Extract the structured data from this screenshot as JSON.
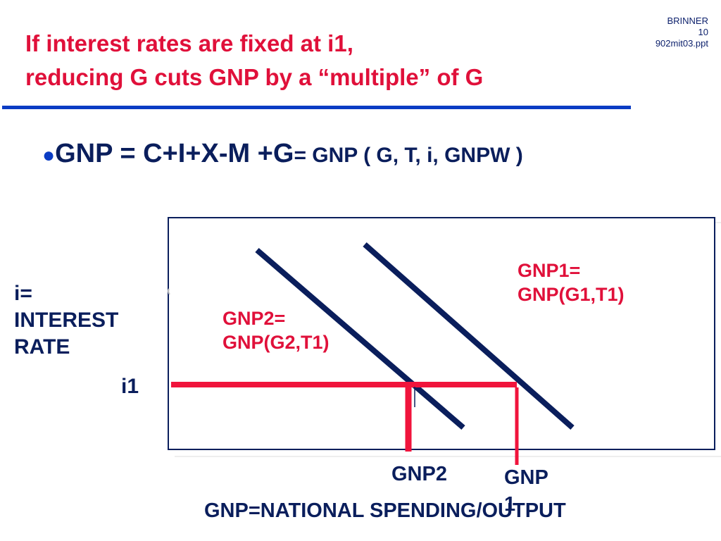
{
  "slide": {
    "title_line1": "If interest rates are fixed at i1,",
    "title_line2": "reducing G cuts GNP by a “multiple” of G",
    "corner": {
      "author": "BRINNER",
      "slide_number": "10",
      "file": "902mit03.ppt"
    },
    "bullet": {
      "symbol": "●",
      "equation_main": "GNP = C+I+X-M +G",
      "equation_rest": "= GNP ( G, T, i, GNPW )"
    }
  },
  "diagram": {
    "y_axis_label_line1": "i=",
    "y_axis_label_line2": "INTEREST",
    "y_axis_label_line3": "RATE",
    "i1_label": "i1",
    "curve_gnp1_line1": "GNP1=",
    "curve_gnp1_line2": "GNP(G1,T1)",
    "curve_gnp2_line1": "GNP2=",
    "curve_gnp2_line2": "GNP(G2,T1)",
    "gnp2_tick_label": "GNP2",
    "gnp1_tick_label_line1": "GNP",
    "gnp1_tick_label_line2": "1",
    "x_axis_label": "GNP=NATIONAL SPENDING/OUTPUT",
    "colors": {
      "curve": "#0a1e5c",
      "rate_line": "#f0143c",
      "title": "#e0103a",
      "rule": "#0a3cc4"
    }
  }
}
